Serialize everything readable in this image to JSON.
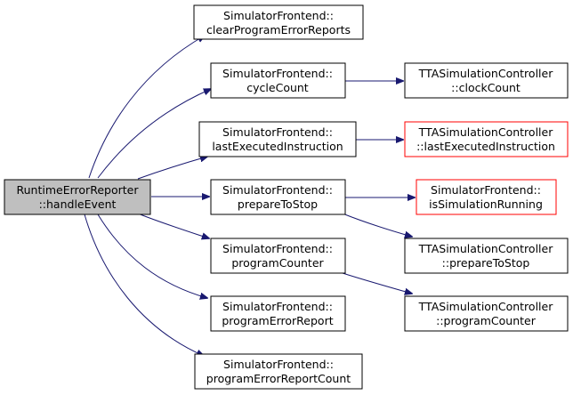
{
  "nodes": {
    "root": {
      "line1": "RuntimeErrorReporter",
      "line2": "::handleEvent"
    },
    "clear": {
      "line1": "SimulatorFrontend::",
      "line2": "clearProgramErrorReports"
    },
    "cycle": {
      "line1": "SimulatorFrontend::",
      "line2": "cycleCount"
    },
    "lastExec": {
      "line1": "SimulatorFrontend::",
      "line2": "lastExecutedInstruction"
    },
    "prepare": {
      "line1": "SimulatorFrontend::",
      "line2": "prepareToStop"
    },
    "pc": {
      "line1": "SimulatorFrontend::",
      "line2": "programCounter"
    },
    "errReport": {
      "line1": "SimulatorFrontend::",
      "line2": "programErrorReport"
    },
    "errCount": {
      "line1": "SimulatorFrontend::",
      "line2": "programErrorReportCount"
    },
    "clock": {
      "line1": "TTASimulationController",
      "line2": "::clockCount"
    },
    "ttaLast": {
      "line1": "TTASimulationController",
      "line2": "::lastExecutedInstruction"
    },
    "isRunning": {
      "line1": "SimulatorFrontend::",
      "line2": "isSimulationRunning"
    },
    "ttaPrepare": {
      "line1": "TTASimulationController",
      "line2": "::prepareToStop"
    },
    "ttaPc": {
      "line1": "TTASimulationController",
      "line2": "::programCounter"
    }
  },
  "colors": {
    "edge": "#191970",
    "node_border": "#000000",
    "node_border_incomplete": "#ff0000",
    "root_fill": "#bfbfbf",
    "node_fill": "#ffffff"
  }
}
